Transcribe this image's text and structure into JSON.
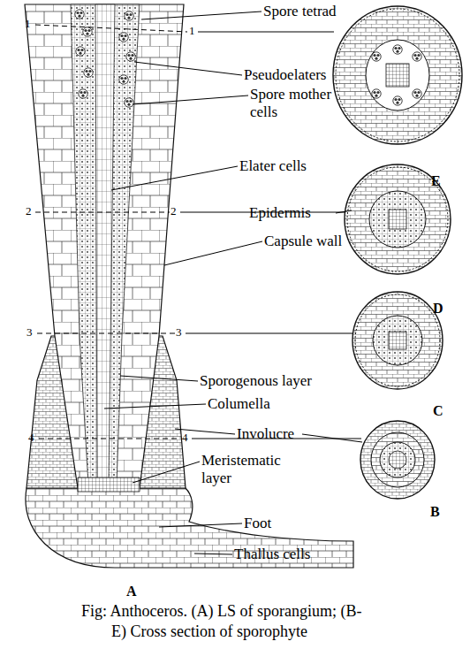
{
  "diagram": {
    "caption": "Fig: Anthoceros. (A) LS of sporangium; (B-E) Cross section of sporophyte",
    "labels": [
      "Spore tetrad",
      "1",
      "1",
      "Pseudoelaters",
      "Spore mother cells",
      "2",
      "2",
      "Elater cells",
      "Epidermis",
      "Capsule wall",
      "3",
      "3",
      "Sporogenous layer",
      "Columella",
      "Involucre",
      "4",
      "4",
      "Meristematic layer",
      "Foot",
      "Thallus cells",
      "A",
      "E",
      "D",
      "C",
      "B"
    ]
  }
}
